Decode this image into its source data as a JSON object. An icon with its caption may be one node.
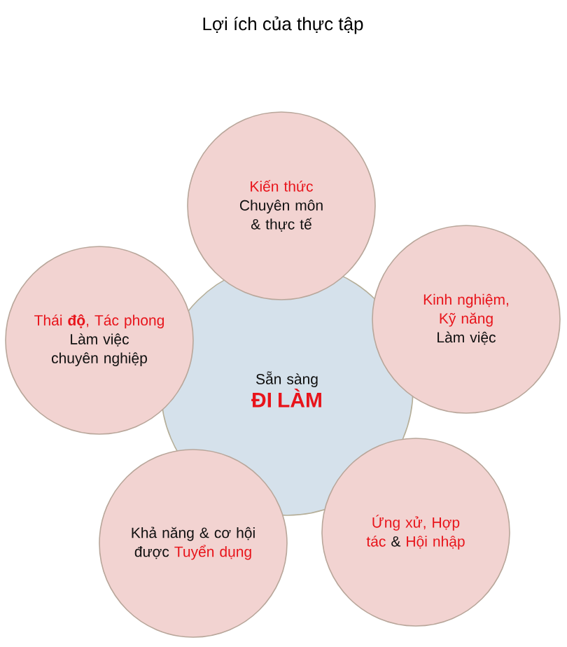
{
  "diagram": {
    "title": "Lợi ích của thực tập",
    "nodes": [
      {
        "text": [
          "Kiến thức",
          "Chuyên môn & thực tế"
        ]
      },
      {
        "text": [
          "Thái **độ**, Tác phong",
          "Làm việc chuyên nghiệp"
        ]
      },
      {
        "text": [
          "Kinh nghiệm, Kỹ năng",
          "Làm việc"
        ]
      },
      {
        "text": [
          "Sẵn sàng",
          "ĐI LÀM"
        ]
      },
      {
        "text": [
          "Khả năng & cơ hội được",
          "Tuyển dụng"
        ]
      },
      {
        "text": [
          "Ứng xử, Hợp tác",
          "&",
          "Hội nhập"
        ]
      }
    ]
  }
}
